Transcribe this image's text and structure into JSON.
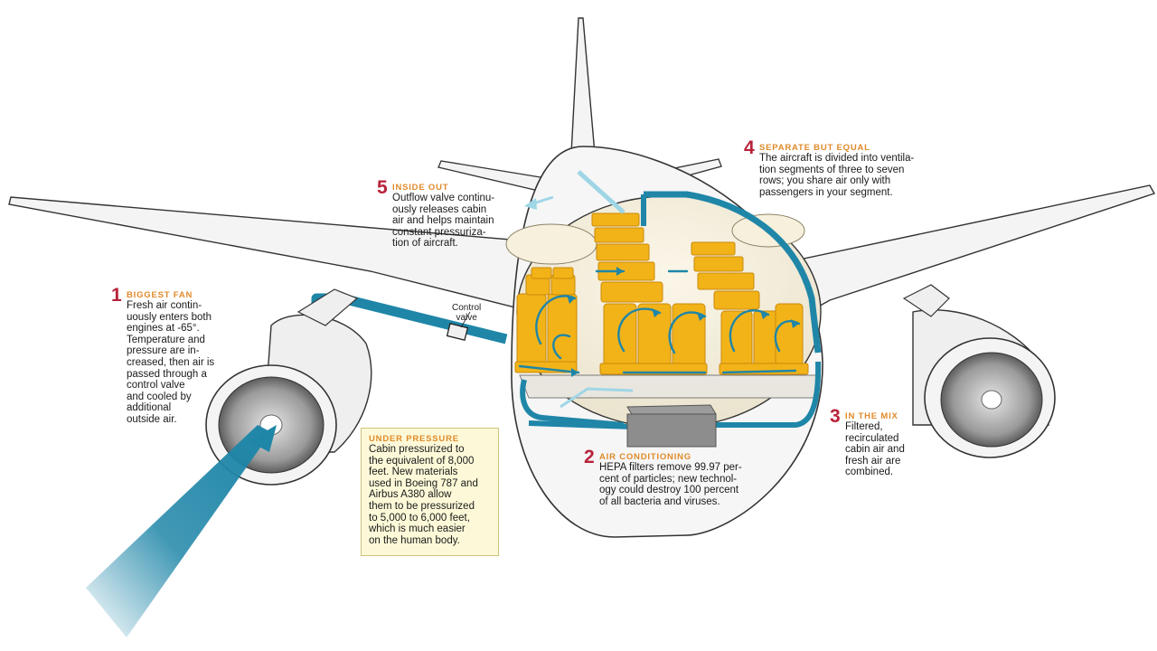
{
  "callouts": {
    "fan": {
      "number": "1",
      "heading": "BIGGEST FAN",
      "body": "Fresh air contin-\nuously enters both\nengines at -65°.\nTemperature and\npressure are in-\ncreased, then air is\npassed through a\ncontrol valve\nand cooled by\nadditional\noutside air."
    },
    "ac": {
      "number": "2",
      "heading": "AIR CONDITIONING",
      "body": "HEPA filters remove 99.97 per-\ncent of particles; new technol-\nogy could destroy 100 percent\nof all bacteria and viruses."
    },
    "mix": {
      "number": "3",
      "heading": "IN THE MIX",
      "body": "Filtered,\nrecirculated\ncabin air and\nfresh air are\ncombined."
    },
    "separate": {
      "number": "4",
      "heading": "SEPARATE BUT EQUAL",
      "body": "The aircraft is divided into ventila-\ntion segments of three to seven\nrows; you share air only with\npassengers in your segment."
    },
    "outflow": {
      "number": "5",
      "heading": "INSIDE OUT",
      "body": "Outflow valve continu-\nously releases cabin\nair and helps maintain\nconstant pressuriza-\ntion of aircraft."
    }
  },
  "pressure_box": {
    "heading": "UNDER PRESSURE",
    "body": "Cabin pressurized to\nthe equivalent of 8,000\nfeet. New materials\nused in Boeing 787 and\nAirbus A380 allow\nthem to be pressurized\nto 5,000 to 6,000 feet,\nwhich is much easier\non the human body."
  },
  "valve_label": "Control\nvalve",
  "colors": {
    "airflow": "#1f86a8",
    "airflow_light": "#9fd6e6",
    "seat": "#f2b319",
    "seat_shadow": "#c98a0a",
    "number": "#b8233a",
    "heading": "#e08a2b",
    "note_bg": "#fdf9d8",
    "outline": "#333333"
  }
}
